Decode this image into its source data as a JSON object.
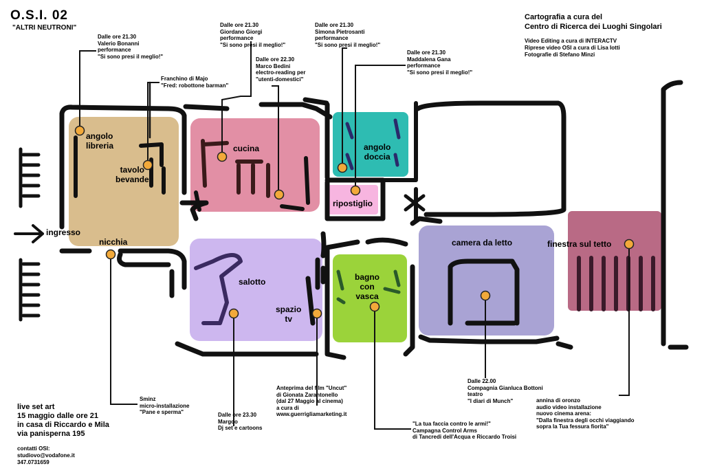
{
  "header": {
    "title": "O.S.I. 02",
    "subtitle": "\"ALTRI NEUTRONI\""
  },
  "credits": {
    "line1": "Cartografia a cura del",
    "line2": "Centro di Ricerca dei Luoghi Singolari",
    "line3": "Video Editing a cura di INTERACTV",
    "line4": "Riprese video OSI a cura di Lisa Iotti",
    "line5": "Fotografie di Stefano Minzi"
  },
  "colors": {
    "libreria": "#d9bd8d",
    "cucina": "#e28fa5",
    "doccia": "#2ebcb2",
    "ripostiglio": "#f7b5e0",
    "salotto": "#cdb7ef",
    "bagno": "#9bd33a",
    "camera": "#a9a3d4",
    "finestra": "#b96a85",
    "marker": "#f2a93a",
    "wall": "#111111"
  },
  "rooms": {
    "angolo_libreria": "angolo\nlibreria",
    "tavolo_bevande": "tavolo\nbevande",
    "cucina": "cucina",
    "angolo_doccia": "angolo\ndoccia",
    "ripostiglio": "ripostiglio",
    "ingresso": "ingresso",
    "nicchia": "nicchia",
    "salotto": "salotto",
    "spazio_tv": "spazio\ntv",
    "bagno": "bagno\ncon\nvasca",
    "camera": "camera da letto",
    "finestra": "finestra sul tetto"
  },
  "annotations": {
    "bonanni": "Dalle ore 21.30\nValerio Bonanni\nperformance\n\"Si sono presi il meglio!\"",
    "dimajo": "Franchino di Majo\n\"Fred: robottone barman\"",
    "giorgi": "Dalle ore 21.30\nGiordano Giorgi\nperformance\n\"Si sono presi il meglio!\"",
    "bedini": "Dalle ore 22.30\nMarco Bedini\nelectro-reading per\n\"utenti-domestici\"",
    "pietrosanti": "Dalle ore 21.30\nSimona Pietrosanti\nperformance\n\"Si sono presi il meglio!\"",
    "gana": "Dalle ore 21.30\nMaddalena Gana\nperformance\n\"Si sono presi il meglio!\"",
    "sminz": "Sminz\nmicro-installazione\n\"Pane e sperma\"",
    "margoo": "Dalle ore 23.30\nMargoo\nDj set e cartoons",
    "uncut": "Anteprima del film \"Uncut\"\ndi Gionata Zarantonello\n(dal 27 Maggio al cinema)\na cura di\nwww.guerrigliamarketing.it",
    "controlarms": "\"La tua faccia contro le armi!\"\nCampagna Control Arms\ndi Tancredi dell'Acqua e Riccardo Troisi",
    "bottoni": "Dalle 22.00\nCompagnia Gianluca Bottoni\nteatro\n\"I diari di Munch\"",
    "oronzo": "annina di oronzo\naudio video installazione\nnuovo cinema arena:\n\"Dalla finestra degli occhi viaggiando\nsopra la Tua fessura fiorita\""
  },
  "event": {
    "line1": "live set art",
    "line2": "15 maggio dalle ore 21",
    "line3": "in casa di Riccardo e Mila",
    "line4": "via panisperna 195"
  },
  "contacts": {
    "label": "contatti OSI:",
    "email": "studiovo@vodafone.it",
    "phone": "347.0731659"
  }
}
